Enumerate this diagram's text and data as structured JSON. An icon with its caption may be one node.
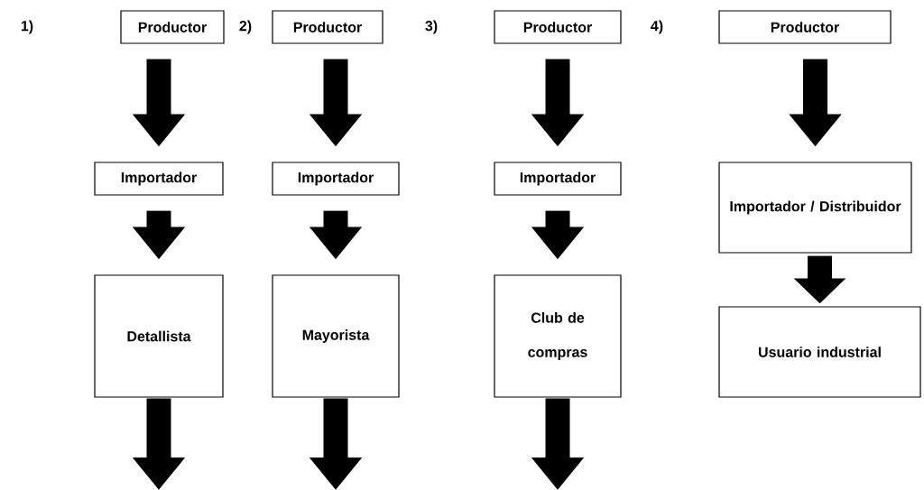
{
  "diagram": {
    "nodes": [
      {
        "text": [
          "Productor"
        ]
      },
      {
        "text": [
          "Importador"
        ]
      },
      {
        "text": [
          "Detallista"
        ]
      },
      {
        "text": [
          "Productor"
        ]
      },
      {
        "text": [
          "Importador"
        ]
      },
      {
        "text": [
          "Mayorista"
        ]
      },
      {
        "text": [
          "Productor"
        ]
      },
      {
        "text": [
          "Importador"
        ]
      },
      {
        "text": [
          "Club de compras"
        ]
      },
      {
        "text": [
          "Productor"
        ]
      },
      {
        "text": [
          "Importador / Distribuidor"
        ]
      },
      {
        "text": [
          "Usuario industrial"
        ]
      }
    ],
    "edges": [
      {
        "from": 0,
        "to": 1,
        "arrow": "to"
      },
      {
        "from": 1,
        "to": 2,
        "arrow": "to"
      },
      {
        "from": 2,
        "to": null,
        "arrow": "to"
      },
      {
        "from": 3,
        "to": 4,
        "arrow": "to"
      },
      {
        "from": 4,
        "to": 5,
        "arrow": "to"
      },
      {
        "from": 5,
        "to": null,
        "arrow": "to"
      },
      {
        "from": 6,
        "to": 7,
        "arrow": "to"
      },
      {
        "from": 7,
        "to": 8,
        "arrow": "to"
      },
      {
        "from": 8,
        "to": null,
        "arrow": "to"
      },
      {
        "from": 9,
        "to": 10,
        "arrow": "to"
      },
      {
        "from": 10,
        "to": 11,
        "arrow": "to"
      }
    ],
    "labels": [
      "1)",
      "2)",
      "3)",
      "4)"
    ]
  }
}
